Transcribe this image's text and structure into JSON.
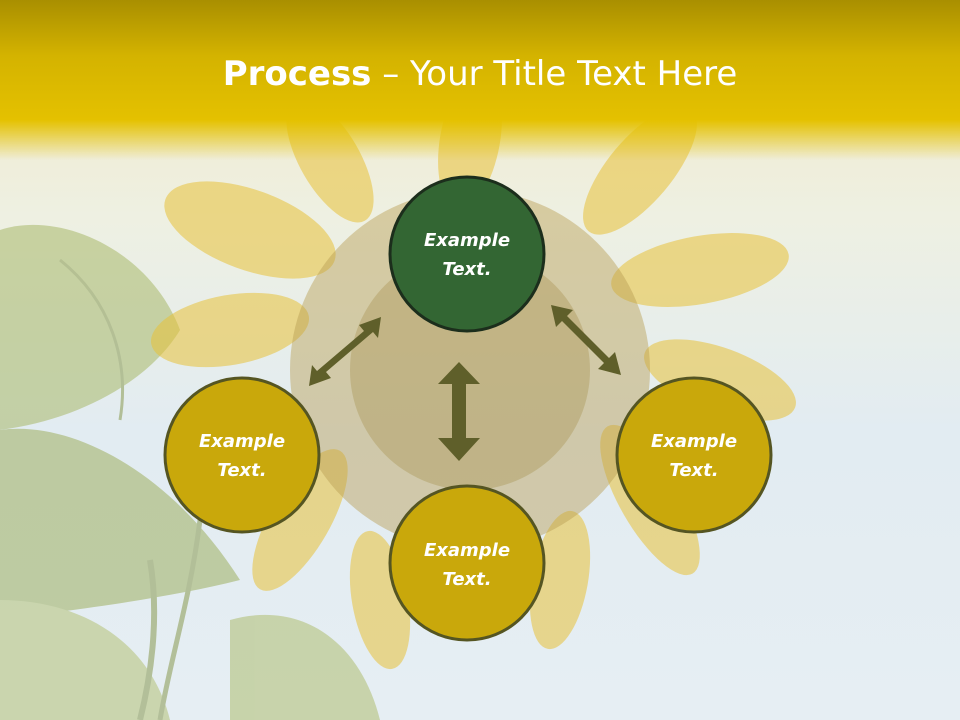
{
  "title": {
    "strong": "Process",
    "rest": " – Your Title Text Here"
  },
  "colors": {
    "title_bar": "#d4b300",
    "node_primary": "#336633",
    "node_secondary": "#c9a80b",
    "node_border": "#555522",
    "arrow": "#5f5f2a"
  },
  "nodes": [
    {
      "id": "top",
      "line1": "Example",
      "line2": "Text.",
      "style": "primary"
    },
    {
      "id": "left",
      "line1": "Example",
      "line2": "Text.",
      "style": "secondary"
    },
    {
      "id": "right",
      "line1": "Example",
      "line2": "Text.",
      "style": "secondary"
    },
    {
      "id": "bottom",
      "line1": "Example",
      "line2": "Text.",
      "style": "secondary"
    }
  ],
  "arrows": [
    {
      "id": "top-left",
      "icon": "double-arrow-icon"
    },
    {
      "id": "top-right",
      "icon": "double-arrow-icon"
    },
    {
      "id": "center",
      "icon": "double-arrow-icon"
    }
  ]
}
